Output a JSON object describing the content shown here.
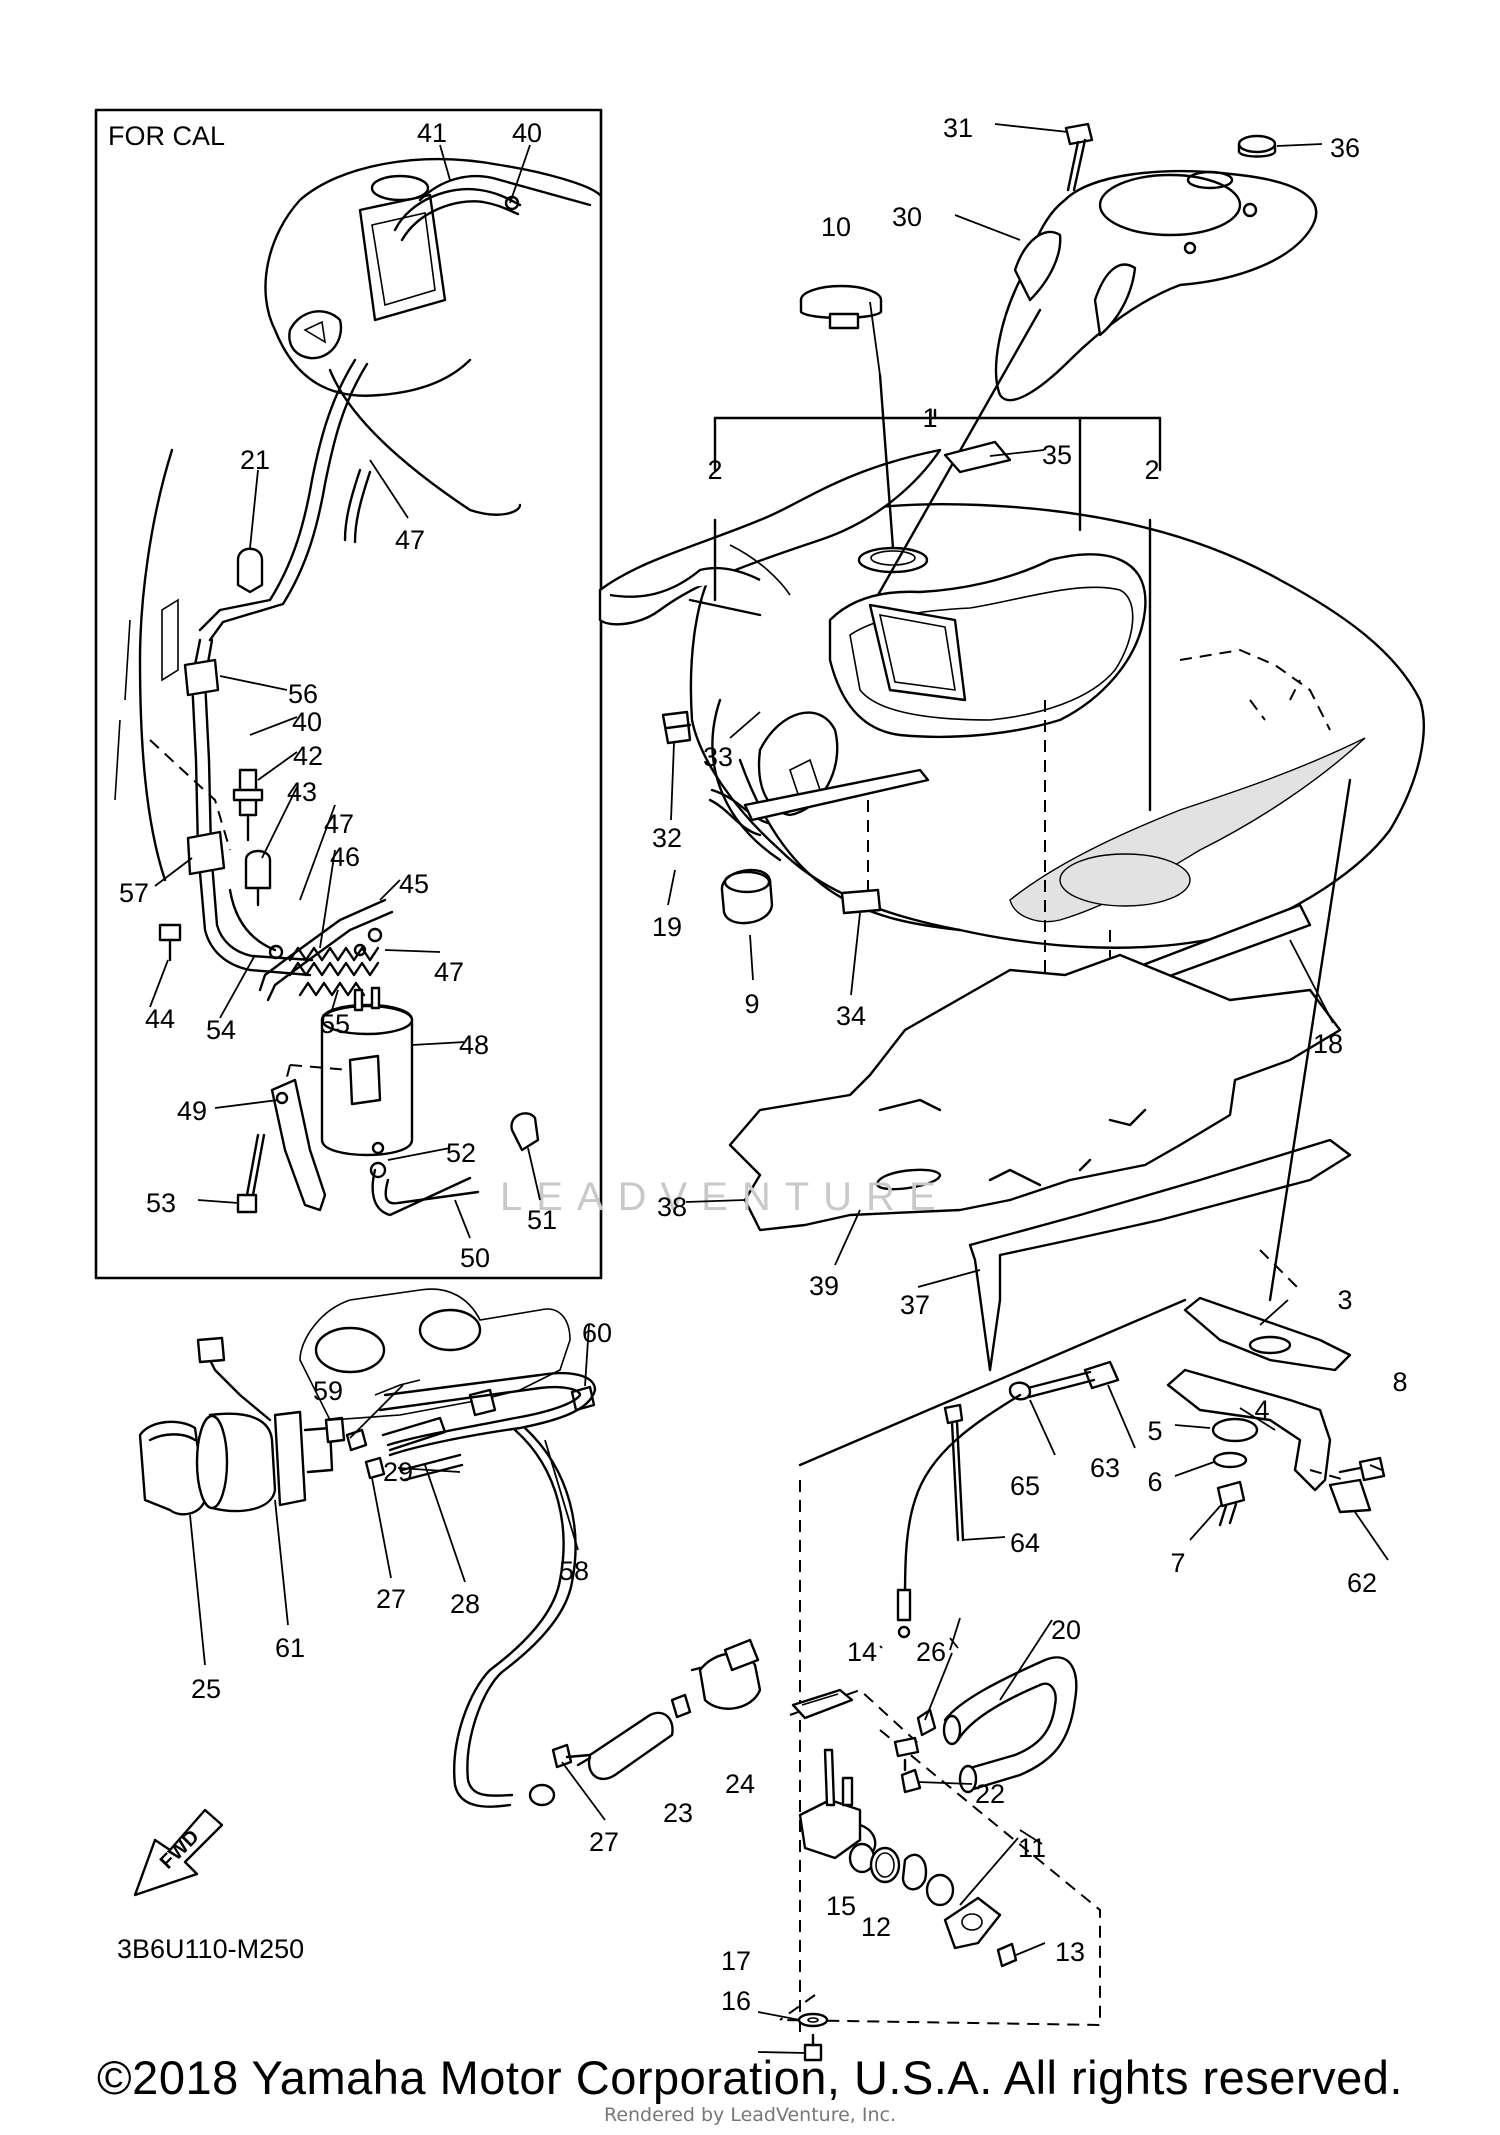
{
  "diagram": {
    "diagram_code": "3B6U110-M250",
    "inset_label": "FOR CAL",
    "fwd_label": "FWD",
    "watermark": "LEADVENTURE",
    "copyright": "©2018 Yamaha Motor Corporation, U.S.A. All rights reserved.",
    "rendered_by": "Rendered by LeadVenture, Inc.",
    "parts": [
      {
        "id": "p1",
        "label": "1"
      },
      {
        "id": "p2a",
        "label": "2"
      },
      {
        "id": "p2b",
        "label": "2"
      },
      {
        "id": "p3",
        "label": "3"
      },
      {
        "id": "p4",
        "label": "4"
      },
      {
        "id": "p5",
        "label": "5"
      },
      {
        "id": "p6",
        "label": "6"
      },
      {
        "id": "p7",
        "label": "7"
      },
      {
        "id": "p8",
        "label": "8"
      },
      {
        "id": "p9",
        "label": "9"
      },
      {
        "id": "p10",
        "label": "10"
      },
      {
        "id": "p11",
        "label": "11"
      },
      {
        "id": "p12",
        "label": "12"
      },
      {
        "id": "p13",
        "label": "13"
      },
      {
        "id": "p14",
        "label": "14"
      },
      {
        "id": "p15",
        "label": "15"
      },
      {
        "id": "p16",
        "label": "16"
      },
      {
        "id": "p17",
        "label": "17"
      },
      {
        "id": "p18",
        "label": "18"
      },
      {
        "id": "p19",
        "label": "19"
      },
      {
        "id": "p20",
        "label": "20"
      },
      {
        "id": "p21",
        "label": "21"
      },
      {
        "id": "p22",
        "label": "22"
      },
      {
        "id": "p23",
        "label": "23"
      },
      {
        "id": "p24",
        "label": "24"
      },
      {
        "id": "p25",
        "label": "25"
      },
      {
        "id": "p26",
        "label": "26"
      },
      {
        "id": "p27a",
        "label": "27"
      },
      {
        "id": "p27b",
        "label": "27"
      },
      {
        "id": "p28",
        "label": "28"
      },
      {
        "id": "p29",
        "label": "29"
      },
      {
        "id": "p30",
        "label": "30"
      },
      {
        "id": "p31",
        "label": "31"
      },
      {
        "id": "p32",
        "label": "32"
      },
      {
        "id": "p33",
        "label": "33"
      },
      {
        "id": "p34",
        "label": "34"
      },
      {
        "id": "p35",
        "label": "35"
      },
      {
        "id": "p36",
        "label": "36"
      },
      {
        "id": "p37",
        "label": "37"
      },
      {
        "id": "p38",
        "label": "38"
      },
      {
        "id": "p39",
        "label": "39"
      },
      {
        "id": "p40a",
        "label": "40"
      },
      {
        "id": "p40b",
        "label": "40"
      },
      {
        "id": "p41",
        "label": "41"
      },
      {
        "id": "p42",
        "label": "42"
      },
      {
        "id": "p43",
        "label": "43"
      },
      {
        "id": "p44",
        "label": "44"
      },
      {
        "id": "p45",
        "label": "45"
      },
      {
        "id": "p46",
        "label": "46"
      },
      {
        "id": "p47a",
        "label": "47"
      },
      {
        "id": "p47b",
        "label": "47"
      },
      {
        "id": "p47c",
        "label": "47"
      },
      {
        "id": "p48",
        "label": "48"
      },
      {
        "id": "p49",
        "label": "49"
      },
      {
        "id": "p50",
        "label": "50"
      },
      {
        "id": "p51",
        "label": "51"
      },
      {
        "id": "p52",
        "label": "52"
      },
      {
        "id": "p53",
        "label": "53"
      },
      {
        "id": "p54",
        "label": "54"
      },
      {
        "id": "p55",
        "label": "55"
      },
      {
        "id": "p56",
        "label": "56"
      },
      {
        "id": "p57",
        "label": "57"
      },
      {
        "id": "p58",
        "label": "58"
      },
      {
        "id": "p59",
        "label": "59"
      },
      {
        "id": "p60",
        "label": "60"
      },
      {
        "id": "p61",
        "label": "61"
      },
      {
        "id": "p62",
        "label": "62"
      },
      {
        "id": "p63",
        "label": "63"
      },
      {
        "id": "p64",
        "label": "64"
      },
      {
        "id": "p65",
        "label": "65"
      }
    ]
  }
}
